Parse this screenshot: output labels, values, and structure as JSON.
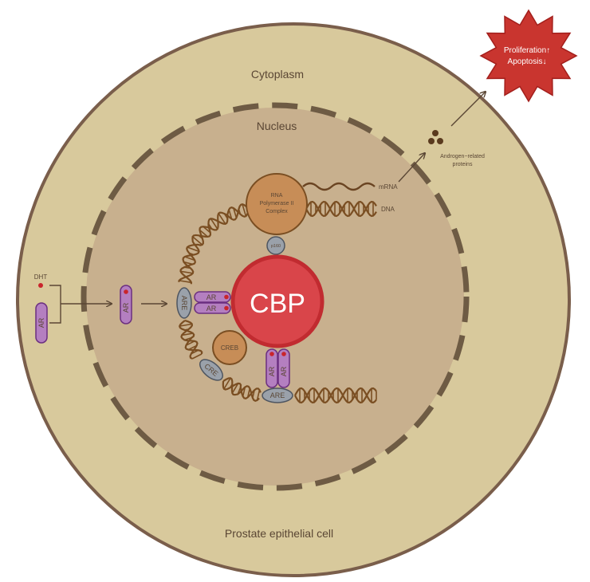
{
  "colors": {
    "cytoplasm_fill": "#d8c99c",
    "cell_border": "#7a5e4b",
    "nucleus_fill": "#c8b08e",
    "nuclear_envelope": "#6e5b44",
    "dna": "#7a4e22",
    "polymerase": "#c78d57",
    "cbp": "#d9454a",
    "ar": "#b47fc0",
    "response_element": "#9aa1aa",
    "dht": "#c9252c",
    "star": "#c9352f"
  },
  "labels": {
    "cytoplasm": "Cytoplasm",
    "nucleus": "Nucleus",
    "cell": "Prostate epithelial cell",
    "dht": "DHT",
    "ar": "AR",
    "are": "ARE",
    "cre": "CRE",
    "creb": "CREB",
    "cbp": "CBP",
    "p160": "p160",
    "rna_pol_line1": "RNA",
    "rna_pol_line2": "Polymerase II",
    "rna_pol_line3": "Complex",
    "mrna": "mRNA",
    "dna": "DNA",
    "proteins_line1": "Androgen−related",
    "proteins_line2": "proteins",
    "proliferation": "Proliferation",
    "apoptosis": "Apoptosis",
    "arrow_up": "↑",
    "arrow_down": "↓"
  }
}
